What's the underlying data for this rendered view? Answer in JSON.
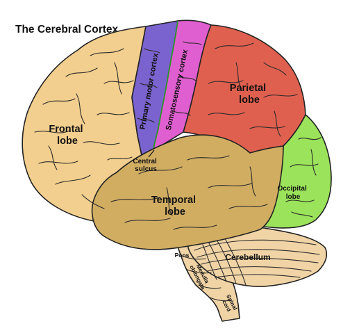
{
  "title": "The Cerebral Cortex",
  "colors": {
    "frontal": "#f2cf8e",
    "motor": "#7b63cf",
    "somatosensory": "#e05fd0",
    "parietal": "#e0604f",
    "occipital": "#9be35a",
    "temporal": "#d1ad62",
    "cerebellum": "#f1d4a6",
    "brainstem": "#f1d4a6",
    "sulcus_line": "#2f9e2a"
  },
  "labels": {
    "frontal": [
      "Frontal",
      "lobe"
    ],
    "motor": "Primary motor cortex",
    "somatosensory": "Somatosensory cortex",
    "parietal": [
      "Parietal",
      "lobe"
    ],
    "central": [
      "Central",
      "sulcus"
    ],
    "temporal": [
      "Temporal",
      "lobe"
    ],
    "occipital": [
      "Occipital",
      "lobe"
    ],
    "cerebellum": "Cerebellum",
    "pons": "Pons",
    "medulla": [
      "Medulla",
      "oblongata"
    ],
    "spinal": [
      "Spinal",
      "cord"
    ]
  }
}
